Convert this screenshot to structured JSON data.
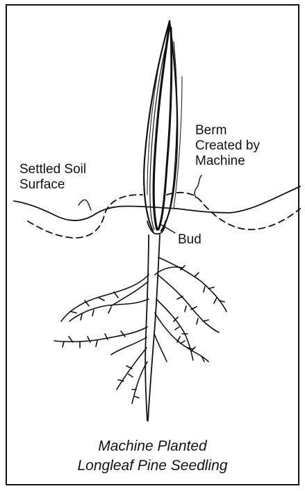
{
  "labels": {
    "berm": [
      "Berm",
      "Created by",
      "Machine"
    ],
    "settled": [
      "Settled Soil",
      "Surface"
    ],
    "bud": "Bud"
  },
  "caption": [
    "Machine Planted",
    "Longleaf Pine Seedling"
  ]
}
